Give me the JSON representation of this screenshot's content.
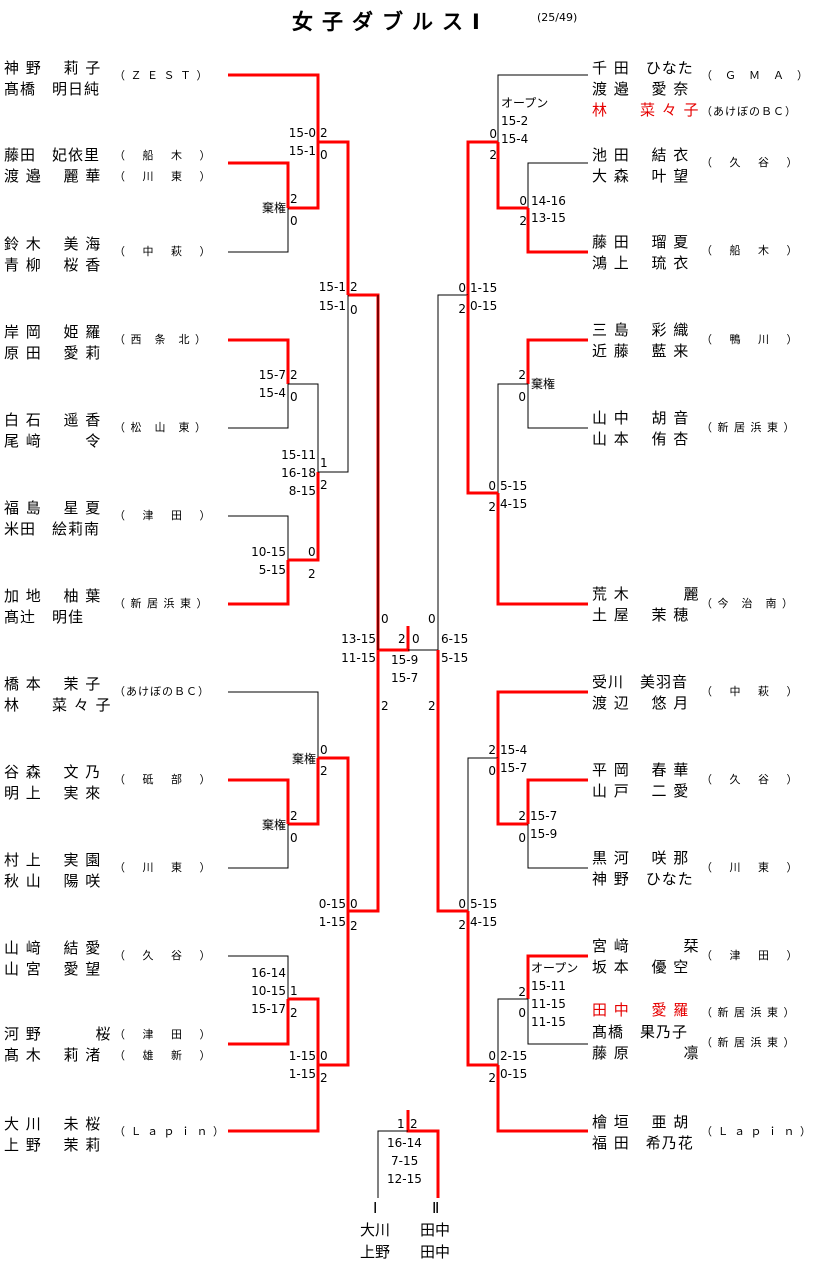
{
  "title": "女子ダブルスⅠ",
  "count": "(25/49)",
  "colors": {
    "winner_line": "#ff0000",
    "loser_line": "#000000",
    "highlight_name": "#e60000"
  },
  "left_entries": [
    {
      "p1": "神 野　 莉 子",
      "p2": "髙橋　明日純",
      "club": "（ Ｚ Ｅ Ｓ Ｔ ）"
    },
    {
      "p1": "藤田　妃依里",
      "p2": "渡 邉　 麗 華",
      "club": "（　 船　 木　 ）",
      "club2": "（　 川　 東　 ）"
    },
    {
      "p1": "鈴 木　 美 海",
      "p2": "青 柳　 桜 香",
      "club": "（　 中　 萩　 ）"
    },
    {
      "p1": "岸 岡　 姫 羅",
      "p2": "原 田　 愛 莉",
      "club": "（ 西　条　北 ）"
    },
    {
      "p1": "白 石　 遥 香",
      "p2": "尾 﨑　　  令",
      "club": "（ 松　山　東 ）"
    },
    {
      "p1": "福 島　 星 夏",
      "p2": "米田　絵莉南",
      "club": "（　 津　 田　 ）"
    },
    {
      "p1": "加 地　 柚 葉",
      "p2": "髙辻　明佳",
      "club": "（ 新 居 浜 東 ）"
    },
    {
      "p1": "橋 本　 茉 子",
      "p2": "林　　菜 々 子",
      "club": "（あけぼのＢＣ）"
    },
    {
      "p1": "谷 森　 文 乃",
      "p2": "明 上　 実 來",
      "club": "（　 砥　 部　 ）"
    },
    {
      "p1": "村 上　 実 園",
      "p2": "秋 山　 陽 咲",
      "club": "（　 川　 東　 ）"
    },
    {
      "p1": "山 﨑　 結 愛",
      "p2": "山 宮　 愛 望",
      "club": "（　 久　 谷　 ）"
    },
    {
      "p1": "河 野　　　 桜",
      "p2": "髙 木　 莉 渚",
      "club": "（　 津　 田　 ）",
      "club2": "（　 雄　 新　 ）"
    },
    {
      "p1": "大 川　 未 桜",
      "p2": "上 野　 茉 莉",
      "club": "（ Ｌ ａ ｐ ｉ ｎ ）"
    }
  ],
  "right_entries": [
    {
      "p1": "千 田　ひなた",
      "p2": "渡 邉　 愛 奈",
      "p3": "林　　菜 々 子",
      "club": "（　Ｇ　Ｍ　Ａ　）",
      "club3": "（あけぼのＢＣ）"
    },
    {
      "p1": "池 田　 結 衣",
      "p2": "大 森　 叶 望",
      "club": "（　 久　 谷　 ）"
    },
    {
      "p1": "藤 田　 瑠 夏",
      "p2": "鴻 上　 琉 衣",
      "club": "（　 船　 木　 ）"
    },
    {
      "p1": "三 島　 彩 織",
      "p2": "近 藤　 藍 来",
      "club": "（　 鴨　 川　 ）"
    },
    {
      "p1": "山 中　 胡 音",
      "p2": "山 本　 侑 杏",
      "club": "（ 新 居 浜 東 ）"
    },
    {
      "p1": "荒 木　　　 麗",
      "p2": "土 屋　 茉 穂",
      "club": "（ 今　治　南 ）"
    },
    {
      "p1": "受川　美羽音",
      "p2": "渡 辺　 悠 月",
      "club": "（　 中　 萩　 ）"
    },
    {
      "p1": "平 岡　 春 華",
      "p2": "山 戸　 二 愛",
      "club": "（　 久　 谷　 ）"
    },
    {
      "p1": "黒 河　 咲 那",
      "p2": "神 野　ひなた",
      "club": "（　 川　 東　 ）"
    },
    {
      "p1": "宮 﨑　　　 栞",
      "p2": "坂 本　 優 空",
      "p3": "田 中　 愛 羅",
      "club": "（　 津　 田　 ）",
      "club3": "（ 新 居 浜 東 ）"
    },
    {
      "p1": "髙橋　果乃子",
      "p2": "藤 原　　　 凛",
      "club": "（ 新 居 浜 東 ）"
    },
    {
      "p1": "檜 垣　 亜 胡",
      "p2": "福 田　希乃花",
      "club": "（ Ｌ ａ ｐ ｉ ｎ ）"
    }
  ],
  "scores": {
    "L_r1a": {
      "games": [
        "15-0",
        "15-1"
      ],
      "sets": [
        "2",
        "0"
      ]
    },
    "L_r1b": {
      "note": "棄権",
      "sets": [
        "2",
        "0"
      ]
    },
    "L_r2a": {
      "games": [
        "15-1",
        "15-1"
      ],
      "sets": [
        "2",
        "0"
      ]
    },
    "L_r1c": {
      "games": [
        "15-7",
        "15-4"
      ],
      "sets": [
        "2",
        "0"
      ]
    },
    "L_r1d": {
      "games": [
        "10-15",
        "5-15"
      ],
      "sets": [
        "0",
        "2"
      ]
    },
    "L_r2b": {
      "games": [
        "15-11",
        "16-18",
        "8-15"
      ],
      "sets": [
        "1",
        "2"
      ]
    },
    "L_r1e": {
      "note": "棄権",
      "sets": [
        "0",
        "2"
      ]
    },
    "L_r1f": {
      "note": "棄権",
      "sets": [
        "2",
        "0"
      ]
    },
    "L_r2c": {
      "games": [
        "0-15",
        "1-15"
      ],
      "sets": [
        "0",
        "2"
      ]
    },
    "L_r1g": {
      "games": [
        "16-14",
        "10-15",
        "15-17"
      ],
      "sets": [
        "1",
        "2"
      ]
    },
    "L_r2d": {
      "games": [
        "1-15",
        "1-15"
      ],
      "sets": [
        "0",
        "2"
      ]
    },
    "L_semi": {
      "games": [
        "13-15",
        "11-15"
      ],
      "sets": [
        "0",
        "2"
      ]
    },
    "R_r1a": {
      "note": "オープン",
      "games": [
        "15-2",
        "15-4"
      ],
      "sets": [
        "0",
        "2"
      ]
    },
    "R_r1b": {
      "games": [
        "14-16",
        "13-15"
      ],
      "sets": [
        "0",
        "2"
      ]
    },
    "R_r2a": {
      "games": [
        "1-15",
        "0-15"
      ],
      "sets": [
        "0",
        "2"
      ]
    },
    "R_r1c": {
      "note": "棄権",
      "sets": [
        "2",
        "0"
      ]
    },
    "R_r2b": {
      "games": [
        "5-15",
        "4-15"
      ],
      "sets": [
        "0",
        "2"
      ]
    },
    "R_r1d": {
      "games": [
        "15-4",
        "15-7"
      ],
      "sets": [
        "2",
        "0"
      ]
    },
    "R_r1e": {
      "games": [
        "15-7",
        "15-9"
      ],
      "sets": [
        "2",
        "0"
      ]
    },
    "R_r2c": {
      "games": [
        "5-15",
        "4-15"
      ],
      "sets": [
        "0",
        "2"
      ]
    },
    "R_r1f": {
      "note": "オープン",
      "games": [
        "15-11",
        "11-15",
        "11-15"
      ],
      "sets": [
        "2",
        "0"
      ]
    },
    "R_r2d": {
      "games": [
        "2-15",
        "0-15"
      ],
      "sets": [
        "0",
        "2"
      ]
    },
    "R_semi": {
      "games": [
        "6-15",
        "5-15"
      ],
      "sets": [
        "0",
        "2"
      ]
    },
    "semi_top_sets": [
      "0",
      "0"
    ],
    "final_mid": {
      "games": [
        "15-9",
        "15-7"
      ],
      "sets": [
        "2",
        "0"
      ],
      "bottom_sets": [
        "2",
        "2"
      ]
    },
    "playoff": {
      "games": [
        "16-14",
        "7-15",
        "12-15"
      ],
      "sets": [
        "1",
        "2"
      ]
    }
  },
  "playoff_labels": {
    "left_mark": "Ⅰ",
    "right_mark": "Ⅱ",
    "left_names": [
      "大川",
      "上野"
    ],
    "right_names": [
      "田中",
      "田中"
    ]
  }
}
